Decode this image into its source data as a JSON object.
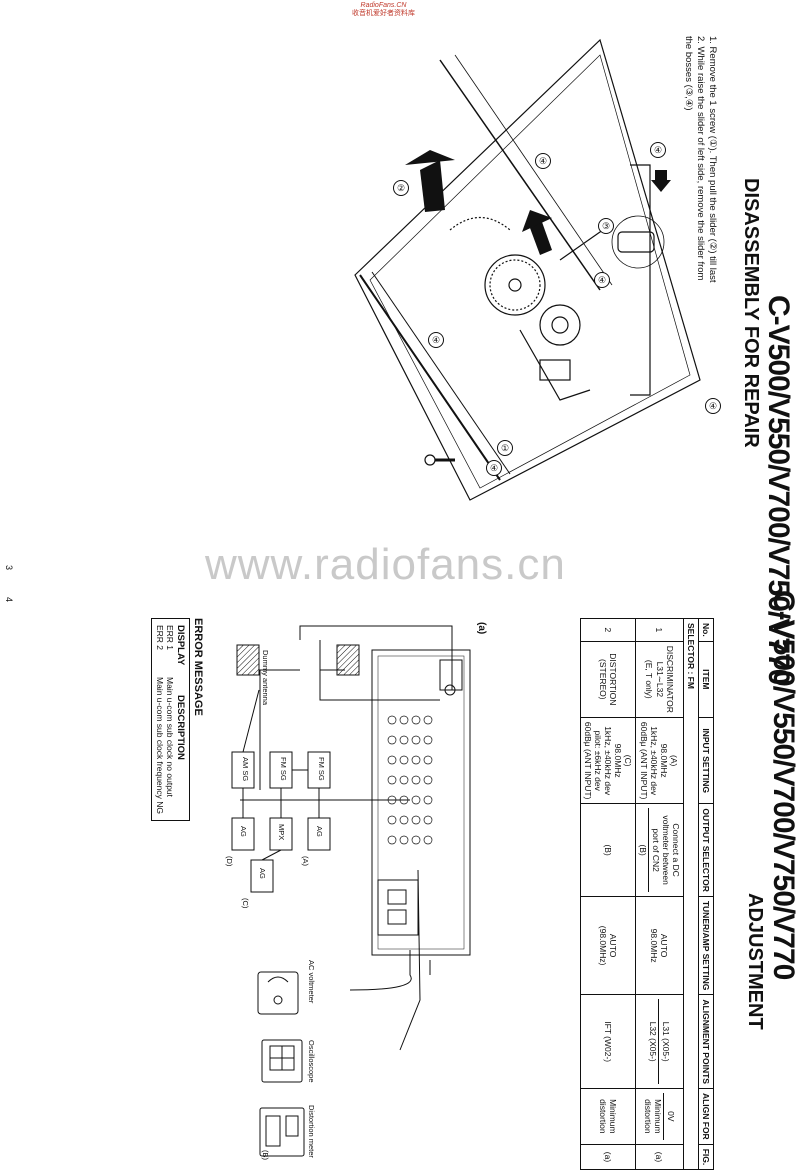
{
  "header": {
    "site_line1": "RadioFans.CN",
    "site_line2": "收音机爱好者资料库"
  },
  "watermark": "www.radiofans.cn",
  "disassembly": {
    "model": "C-V500/V550/V700/V750/V770",
    "title": "DISASSEMBLY FOR REPAIR",
    "steps": [
      "1. Remove the 1 screw (①). Then pull the slider (②) till last",
      "2. While raise the slider of left side, remove the slider from",
      "    the bosses (③,④)"
    ],
    "callouts": [
      "①",
      "②",
      "③",
      "④"
    ],
    "page_number": "3"
  },
  "adjustment": {
    "model": "C-V500/V550/V700/V750/V770",
    "title": "ADJUSTMENT",
    "selector_label": "SELECTOR : FM",
    "columns": [
      "No.",
      "ITEM",
      "INPUT SETTING",
      "OUTPUT SELECTOR",
      "TUNER/AMP SETTING",
      "ALIGNMENT POINTS",
      "ALIGN FOR",
      "FIG."
    ],
    "rows": [
      {
        "no": "1",
        "item": [
          "DISCRIMINATOR",
          "L31∼L32",
          "(E, T only)"
        ],
        "input": [
          "(A)",
          "98.0MHz",
          "1kHz, ±40kHz dev",
          "60dBμ (ANT INPUT)"
        ],
        "output": [
          "Connect a DC",
          "voltmeter between",
          "port of CN2",
          "(B)"
        ],
        "tuner": [
          "AUTO",
          "98.0MHz"
        ],
        "points": [
          "L31 (X05-)",
          "L32 (X05-)"
        ],
        "align": [
          "0V",
          "Minimum",
          "distortion"
        ],
        "fig": "(a)"
      },
      {
        "no": "2",
        "item": [
          "DISTORTION",
          "(STEREO)"
        ],
        "input": [
          "(C)",
          "98.0MHz",
          "1kHz, ±40kHz dev",
          "pilot: ±6kHz dev",
          "60dBμ (ANT INPUT)"
        ],
        "output": [
          "(B)"
        ],
        "tuner": [
          "AUTO",
          "(98.0MHz)"
        ],
        "points": [
          "IFT (W02-)"
        ],
        "align": [
          "Minimum",
          "distortion"
        ],
        "fig": "(a)"
      }
    ],
    "figure_label": "(a)",
    "equipment": {
      "dummy_antenna": "Dummy antenna",
      "fm_sg": "FM SG",
      "am_sg": "AM SG",
      "mpx": "MPX",
      "ag": "AG",
      "ac_voltmeter": "AC voltmeter",
      "oscilloscope": "Oscilloscope",
      "distortion_meter": "Distortion meter",
      "markers": [
        "(A)",
        "(C)",
        "(D)",
        "(B)"
      ]
    },
    "error": {
      "title": "ERROR MESSAGE",
      "col_display": "DISPLAY",
      "col_description": "DESCRIPTION",
      "rows": [
        {
          "display": "ERR 1",
          "description": "Main u-com sub clock no output"
        },
        {
          "display": "ERR 2",
          "description": "Main u-com sub clock frequency NG"
        }
      ]
    },
    "page_number": "4"
  }
}
